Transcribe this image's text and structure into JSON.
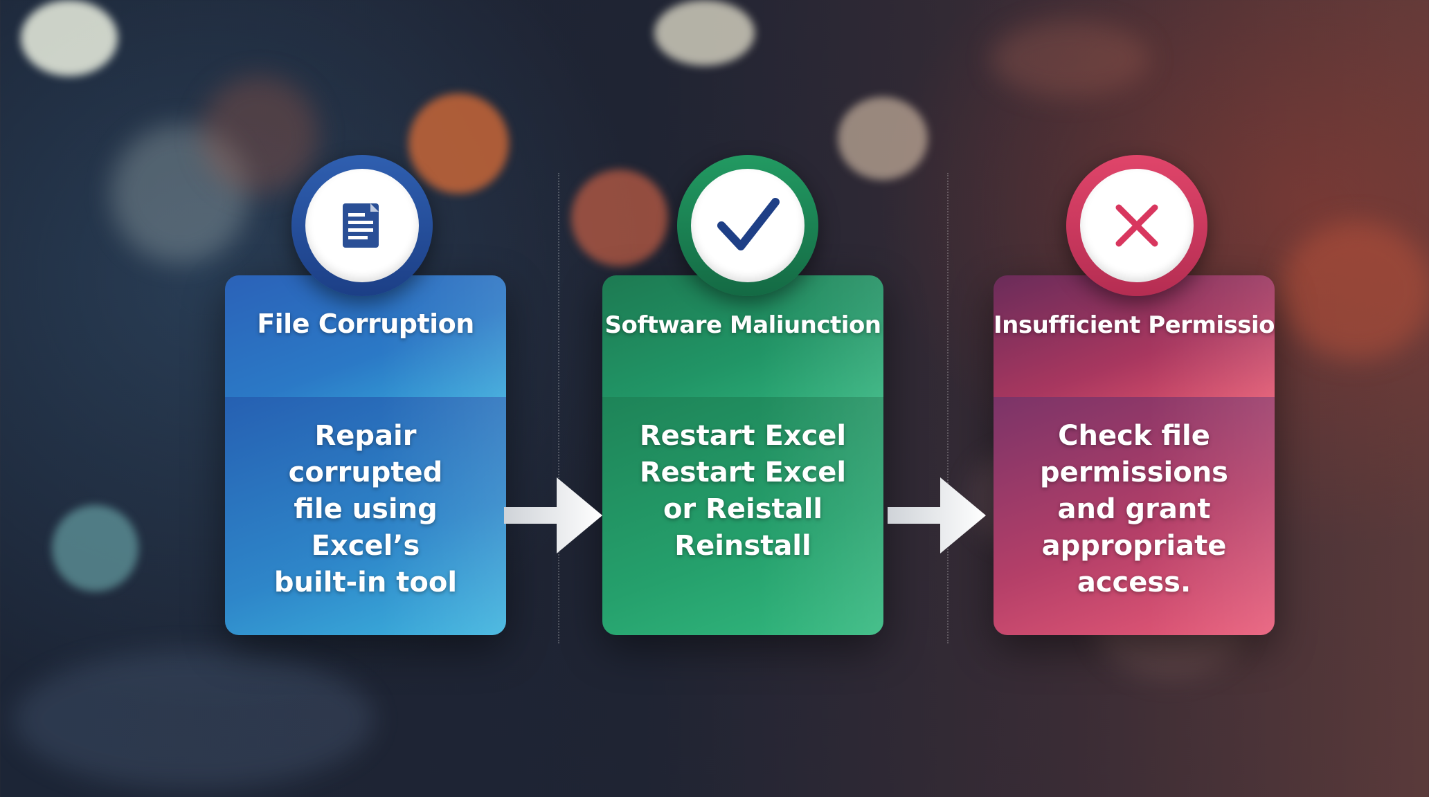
{
  "steps": [
    {
      "title": "File Corruption",
      "icon": "document-icon",
      "color": "#2b79c6",
      "body_lines": [
        "Repair",
        "corrupted",
        "file using",
        "Excel’s",
        "built-in tool"
      ]
    },
    {
      "title": "Software Maliunction",
      "icon": "checkmark-icon",
      "color": "#219566",
      "body_lines": [
        "Restart Excel",
        "Restart Excel",
        "or Reistall",
        "Reinstall"
      ]
    },
    {
      "title": "Insufficient Permissions",
      "icon": "x-mark-icon",
      "color": "#d8476a",
      "body_lines": [
        "Check file",
        "permissions",
        "and grant",
        "appropriate",
        "access."
      ]
    }
  ],
  "arrows": [
    "arrow-right-icon",
    "arrow-right-icon"
  ]
}
